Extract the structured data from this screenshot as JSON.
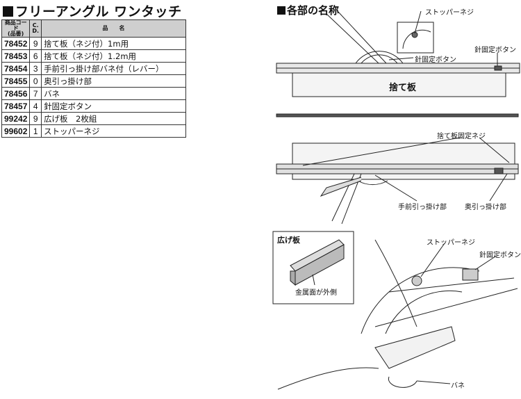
{
  "title": "フリーアングル ワンタッチ",
  "table": {
    "headers": {
      "code": "商品コード\n(品番)",
      "cd": "C.\nD.",
      "name": "品　　名"
    },
    "rows": [
      {
        "code": "78452",
        "cd": "9",
        "name": "捨て板（ネジ付）1m用"
      },
      {
        "code": "78453",
        "cd": "6",
        "name": "捨て板（ネジ付）1.2m用"
      },
      {
        "code": "78454",
        "cd": "3",
        "name": "手前引っ掛け部バネ付（レバー）"
      },
      {
        "code": "78455",
        "cd": "0",
        "name": "奥引っ掛け部"
      },
      {
        "code": "78456",
        "cd": "7",
        "name": "バネ"
      },
      {
        "code": "78457",
        "cd": "4",
        "name": "針固定ボタン"
      },
      {
        "code": "99242",
        "cd": "9",
        "name": "広げ板　2枚組"
      },
      {
        "code": "99602",
        "cd": "1",
        "name": "ストッパーネジ"
      }
    ]
  },
  "section_title": "各部の名称",
  "labels": {
    "stopper_screw_top": "ストッパーネジ",
    "needle_button_top": "針固定ボタン",
    "needle_button_inset": "針固定ボタン",
    "base_board": "捨て板",
    "base_board_screw": "捨て板固定ネジ",
    "front_hook": "手前引っ掛け部",
    "back_hook": "奥引っ掛け部",
    "spread_board": "広げ板",
    "metal_side": "金属面が外側",
    "stopper_screw_bottom": "ストッパーネジ",
    "needle_button_bottom": "針固定ボタン",
    "spring": "バネ"
  }
}
